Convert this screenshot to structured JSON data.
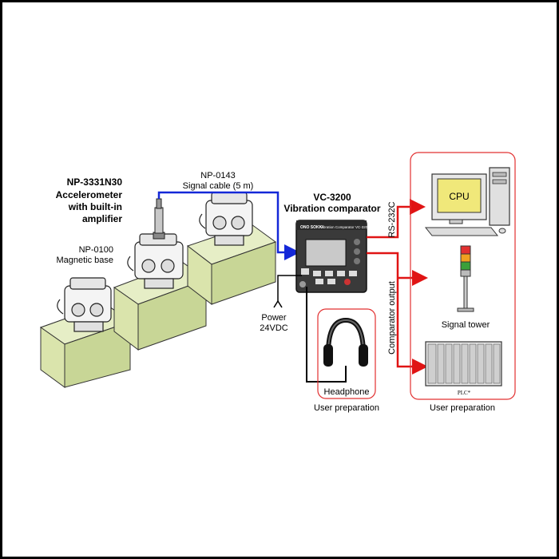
{
  "accelerometer": {
    "model": "NP-3331N30",
    "line1": "Accelerometer",
    "line2": "with built-in",
    "line3": "amplifier"
  },
  "magnetic_base": {
    "model": "NP-0100",
    "name": "Magnetic base"
  },
  "signal_cable": {
    "model": "NP-0143",
    "name": "Signal cable (5 m)"
  },
  "comparator": {
    "model": "VC-3200",
    "name": "Vibration comparator",
    "brand": "ONO SOKKI",
    "panel_text": "Vibration Comparator VC-3200"
  },
  "power": {
    "line1": "Power",
    "line2": "24VDC"
  },
  "headphone": {
    "label": "Headphone",
    "note": "User preparation"
  },
  "rs232c": "RS-232C",
  "comparator_output": "Comparator output",
  "cpu": {
    "screen_label": "CPU"
  },
  "signal_tower": "Signal tower",
  "plc": "PLC*",
  "user_preparation_right": "User preparation",
  "colors": {
    "signal_line": "#1428d8",
    "output_line": "#e01414",
    "border_red": "#e23030",
    "base_fill": "#dfe9b8",
    "cpu_screen": "#f0e87a"
  }
}
